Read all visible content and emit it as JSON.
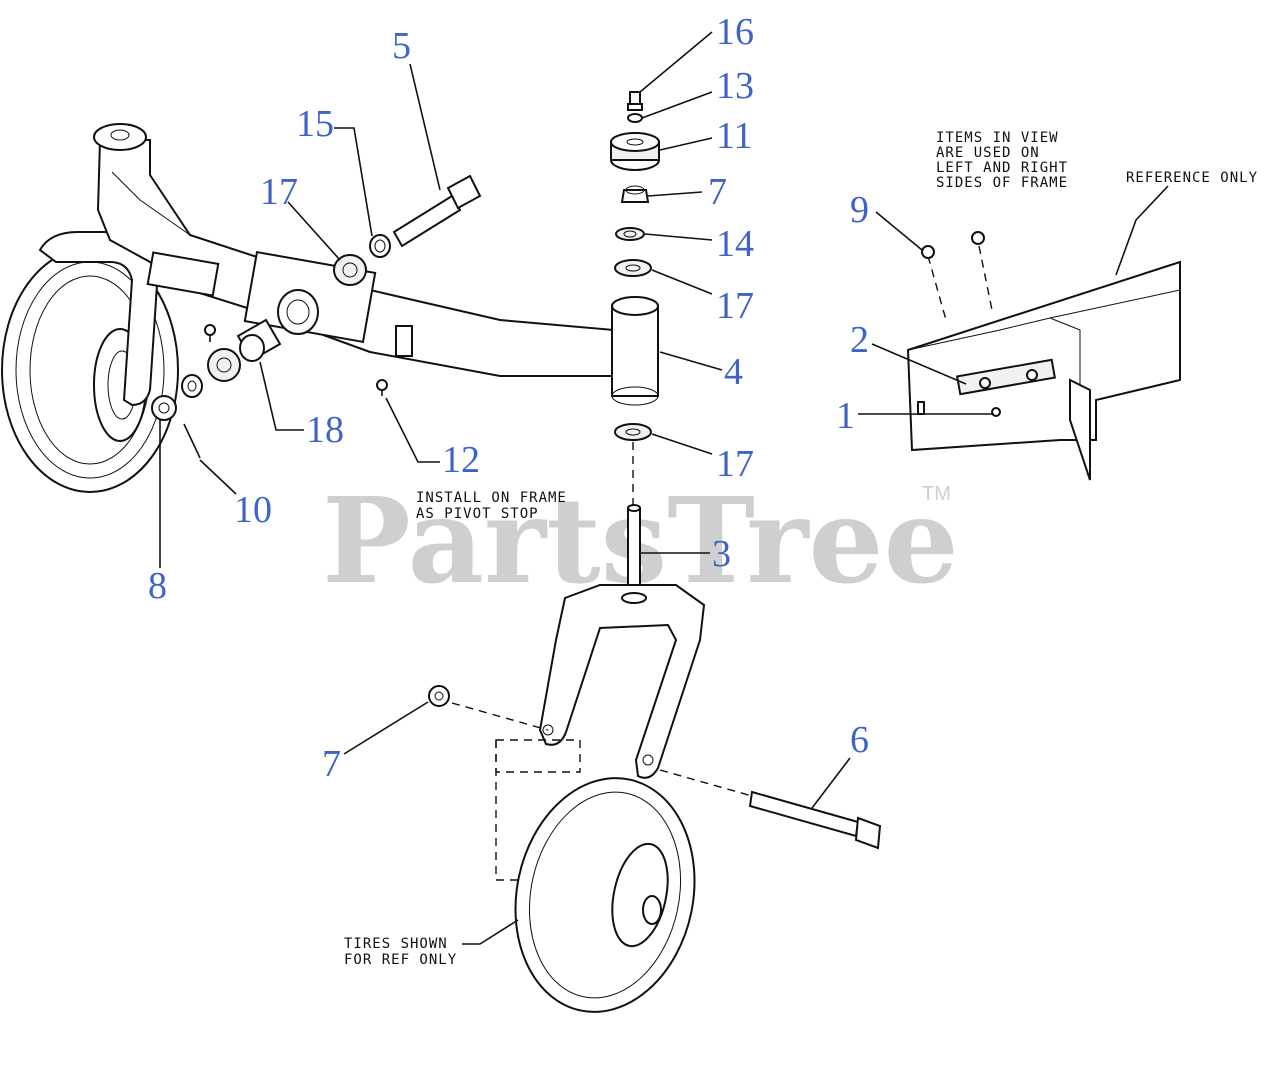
{
  "watermark": {
    "text": "PartsTree",
    "tm": "TM"
  },
  "colors": {
    "callout": "#3f63c8",
    "line": "#111111",
    "watermark": "#cfcfcf"
  },
  "callouts": {
    "p16": "16",
    "p13": "13",
    "p11": "11",
    "p7a": "7",
    "p14": "14",
    "p17a": "17",
    "p4": "4",
    "p17b": "17",
    "p3": "3",
    "p5": "5",
    "p15": "15",
    "p17c": "17",
    "p18": "18",
    "p12": "12",
    "p10": "10",
    "p8": "8",
    "p9": "9",
    "p2": "2",
    "p1": "1",
    "p6": "6",
    "p7b": "7"
  },
  "notes": {
    "install": [
      "INSTALL ON FRAME",
      "AS PIVOT STOP"
    ],
    "items_in_view": [
      "ITEMS IN VIEW",
      "ARE USED ON",
      "LEFT AND RIGHT",
      "SIDES OF FRAME"
    ],
    "reference_only": "REFERENCE ONLY",
    "tires": [
      "TIRES SHOWN",
      "FOR REF ONLY"
    ]
  }
}
